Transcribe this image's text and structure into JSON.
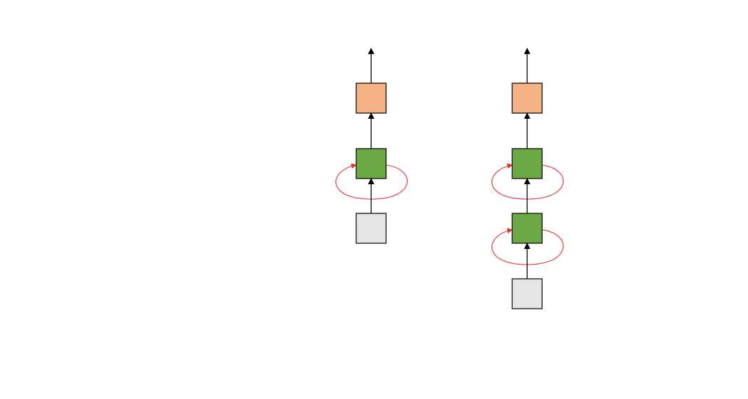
{
  "diagram": {
    "colors": {
      "input": "#e5e5e5",
      "hidden": "#6aa944",
      "output": "#f4b183",
      "recurrence": "#e8332a",
      "stroke": "#000000",
      "arrow": "#000000"
    },
    "networks": [
      {
        "layers": [
          "input",
          "hidden",
          "output"
        ],
        "recurrent_layers": [
          "hidden"
        ]
      },
      {
        "layers": [
          "input",
          "hidden",
          "hidden",
          "output"
        ],
        "recurrent_layers": [
          "hidden",
          "hidden"
        ]
      }
    ]
  }
}
